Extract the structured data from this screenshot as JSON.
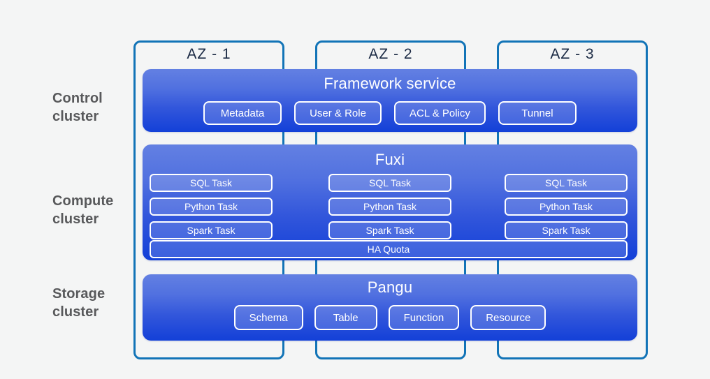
{
  "background_color": "#f4f5f5",
  "accent_colors": {
    "az_border": "#1274b7",
    "band_gradient_top": "#6380e2",
    "band_gradient_bottom": "#1340d8",
    "chip_border": "#ffffff",
    "row_label_text": "#58595b",
    "az_title_text": "#1b2a44"
  },
  "row_labels": [
    {
      "line1": "Control",
      "line2": "cluster"
    },
    {
      "line1": "Compute",
      "line2": "cluster"
    },
    {
      "line1": "Storage",
      "line2": "cluster"
    }
  ],
  "zones": [
    {
      "title": "AZ - 1"
    },
    {
      "title": "AZ - 2"
    },
    {
      "title": "AZ - 3"
    }
  ],
  "bands": {
    "control": {
      "title": "Framework service",
      "chips": [
        {
          "label": "Metadata"
        },
        {
          "label": "User & Role"
        },
        {
          "label": "ACL & Policy"
        },
        {
          "label": "Tunnel"
        }
      ]
    },
    "compute": {
      "title": "Fuxi",
      "columns": [
        {
          "chips": [
            {
              "label": "SQL Task"
            },
            {
              "label": "Python Task"
            },
            {
              "label": "Spark Task"
            }
          ]
        },
        {
          "chips": [
            {
              "label": "SQL Task"
            },
            {
              "label": "Python Task"
            },
            {
              "label": "Spark Task"
            }
          ]
        },
        {
          "chips": [
            {
              "label": "SQL Task"
            },
            {
              "label": "Python Task"
            },
            {
              "label": "Spark Task"
            }
          ]
        }
      ],
      "full_width_chip": {
        "label": "HA Quota"
      }
    },
    "storage": {
      "title": "Pangu",
      "chips": [
        {
          "label": "Schema"
        },
        {
          "label": "Table"
        },
        {
          "label": "Function"
        },
        {
          "label": "Resource"
        }
      ]
    }
  }
}
